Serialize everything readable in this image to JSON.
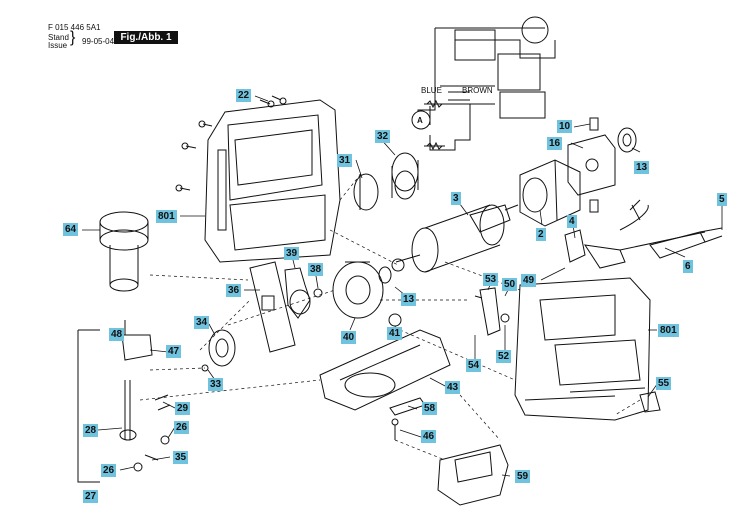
{
  "header": {
    "doc_number": "F 015 446 5A1",
    "stand_label": "Stand",
    "issue_label": "Issue",
    "date": "99-05-04",
    "figure_label": "Fig./Abb. 1"
  },
  "wiring": {
    "blue_label": "BLUE",
    "brown_label": "BROWN",
    "motor_symbol": "A"
  },
  "callouts": [
    "22",
    "32",
    "31",
    "801",
    "10",
    "16",
    "13",
    "3",
    "2",
    "4",
    "5",
    "6",
    "64",
    "39",
    "38",
    "36",
    "13",
    "53",
    "50",
    "49",
    "801",
    "34",
    "40",
    "41",
    "48",
    "47",
    "52",
    "54",
    "55",
    "33",
    "29",
    "43",
    "28",
    "26",
    "58",
    "46",
    "35",
    "26",
    "27",
    "59"
  ],
  "colors": {
    "callout_fill": "#6fc3df",
    "line": "#111111"
  }
}
